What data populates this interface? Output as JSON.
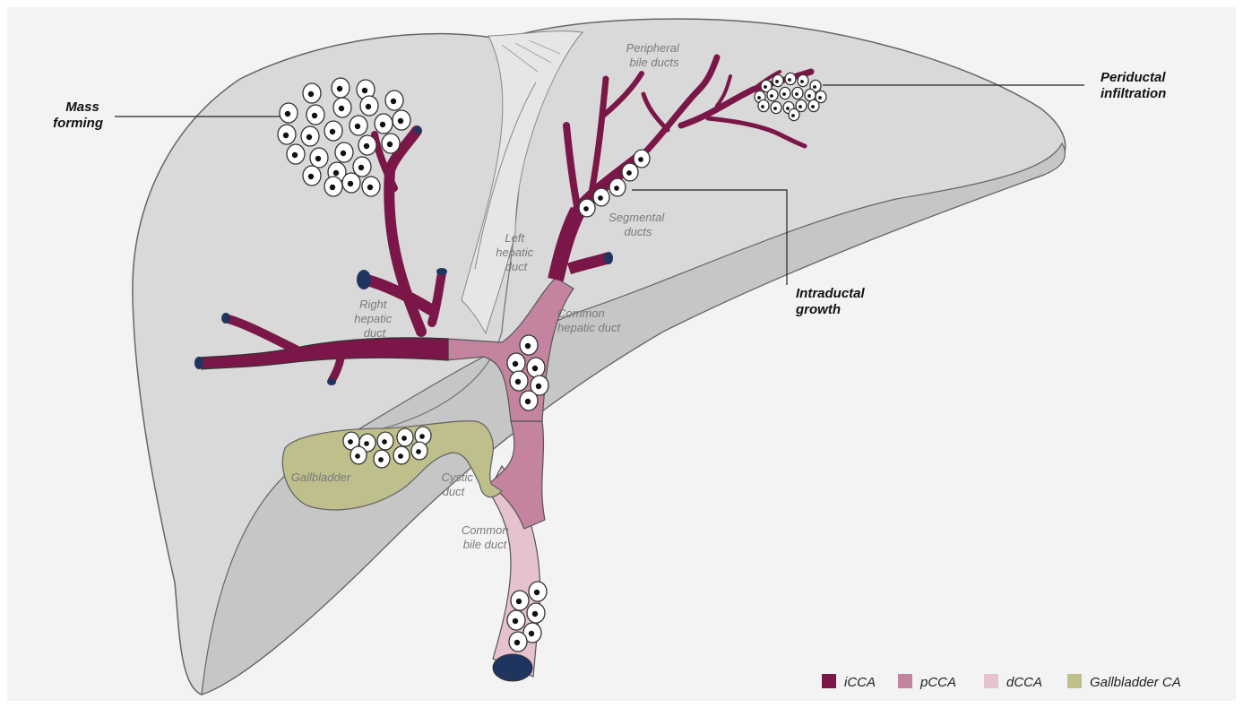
{
  "growth_patterns": {
    "mass_forming": [
      "Mass",
      "forming"
    ],
    "periductal": [
      "Periductal",
      "infiltration"
    ],
    "intraductal": [
      "Intraductal",
      "growth"
    ]
  },
  "anatomy": {
    "peripheral": [
      "Peripheral",
      "bile ducts"
    ],
    "segmental": [
      "Segmental",
      "ducts"
    ],
    "left_hepatic": [
      "Left",
      "hepatic",
      "duct"
    ],
    "right_hepatic": [
      "Right",
      "hepatic",
      "duct"
    ],
    "common_hepatic": [
      "Common",
      "hepatic duct"
    ],
    "gallbladder": [
      "Gallbladder"
    ],
    "cystic": [
      "Cystic",
      "duct"
    ],
    "common_bile": [
      "Common",
      "bile duct"
    ]
  },
  "legend": [
    {
      "label": "iCCA",
      "color": "#7b1748"
    },
    {
      "label": "pCCA",
      "color": "#c4849f"
    },
    {
      "label": "dCCA",
      "color": "#e5c2cd"
    },
    {
      "label": "Gallbladder CA",
      "color": "#bfbf8c"
    }
  ],
  "colors": {
    "background": "#f3f3f3",
    "liver_fill": "#d9d9d9",
    "liver_shade": "#c6c6c6",
    "liver_outline": "#666666",
    "duct_end": "#1f3560"
  }
}
